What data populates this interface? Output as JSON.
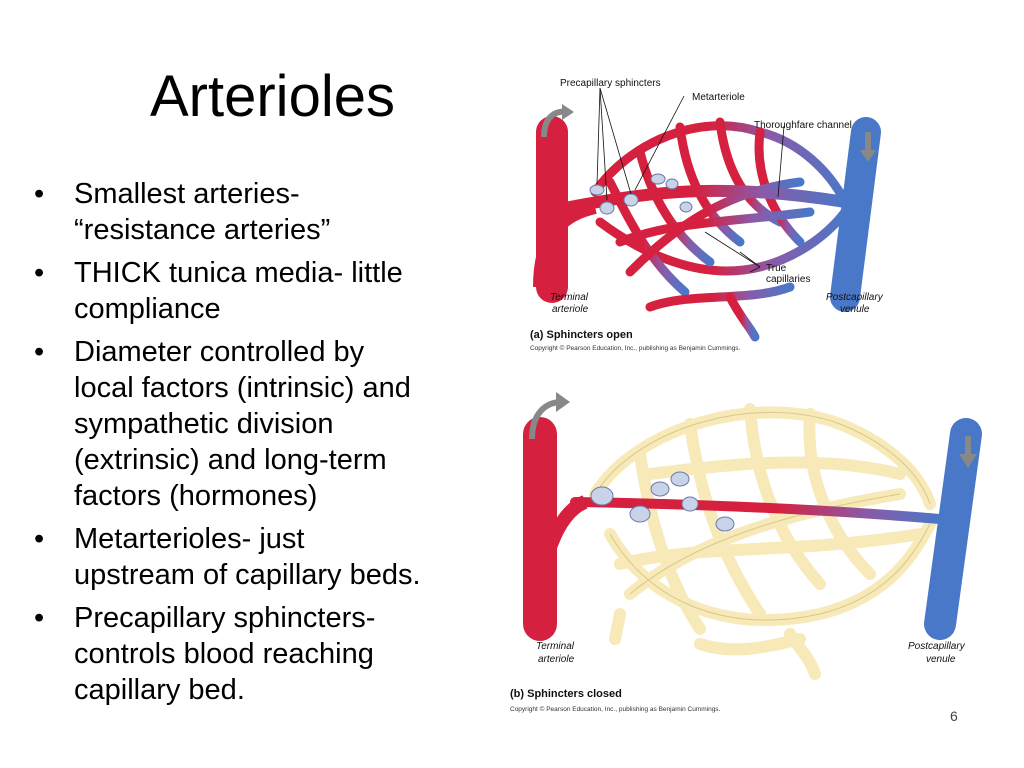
{
  "slide": {
    "title": "Arterioles",
    "page_number": "6",
    "bullets": [
      {
        "line1": "Smallest arteries-",
        "line2": "“resistance arteries”"
      },
      {
        "line1": "THICK tunica media- little",
        "line2": "compliance"
      },
      {
        "lines": [
          "Diameter controlled by",
          "local factors  (intrinsic) and",
          "sympathetic division",
          "(extrinsic) and long-term",
          "factors (hormones)"
        ]
      },
      {
        "line1": "Metarterioles- just",
        "line2": "upstream of capillary beds."
      },
      {
        "lines": [
          "Precapillary sphincters-",
          "controls blood reaching",
          "capillary bed."
        ]
      }
    ]
  },
  "figure_a": {
    "labels": {
      "precapillary_sphincters": "Precapillary sphincters",
      "metarteriole": "Metarteriole",
      "thoroughfare_channel": "Thoroughfare channel",
      "true_capillaries_1": "True",
      "true_capillaries_2": "capillaries",
      "terminal_arteriole_1": "Terminal",
      "terminal_arteriole_2": "arteriole",
      "postcapillary_venule_1": "Postcapillary",
      "postcapillary_venule_2": "venule"
    },
    "caption": "(a)  Sphincters open",
    "copyright": "Copyright © Pearson Education, Inc., publishing as Benjamin Cummings."
  },
  "figure_b": {
    "labels": {
      "terminal_arteriole_1": "Terminal",
      "terminal_arteriole_2": "arteriole",
      "postcapillary_venule_1": "Postcapillary",
      "postcapillary_venule_2": "venule"
    },
    "caption": "(b)  Sphincters closed",
    "copyright": "Copyright © Pearson Education, Inc., publishing as Benjamin Cummings."
  },
  "colors": {
    "arterial_red": "#d6203f",
    "venous_blue": "#4a78c8",
    "closed_capillary": "#f7e9b8",
    "sphincter": "#c9d3e8"
  }
}
